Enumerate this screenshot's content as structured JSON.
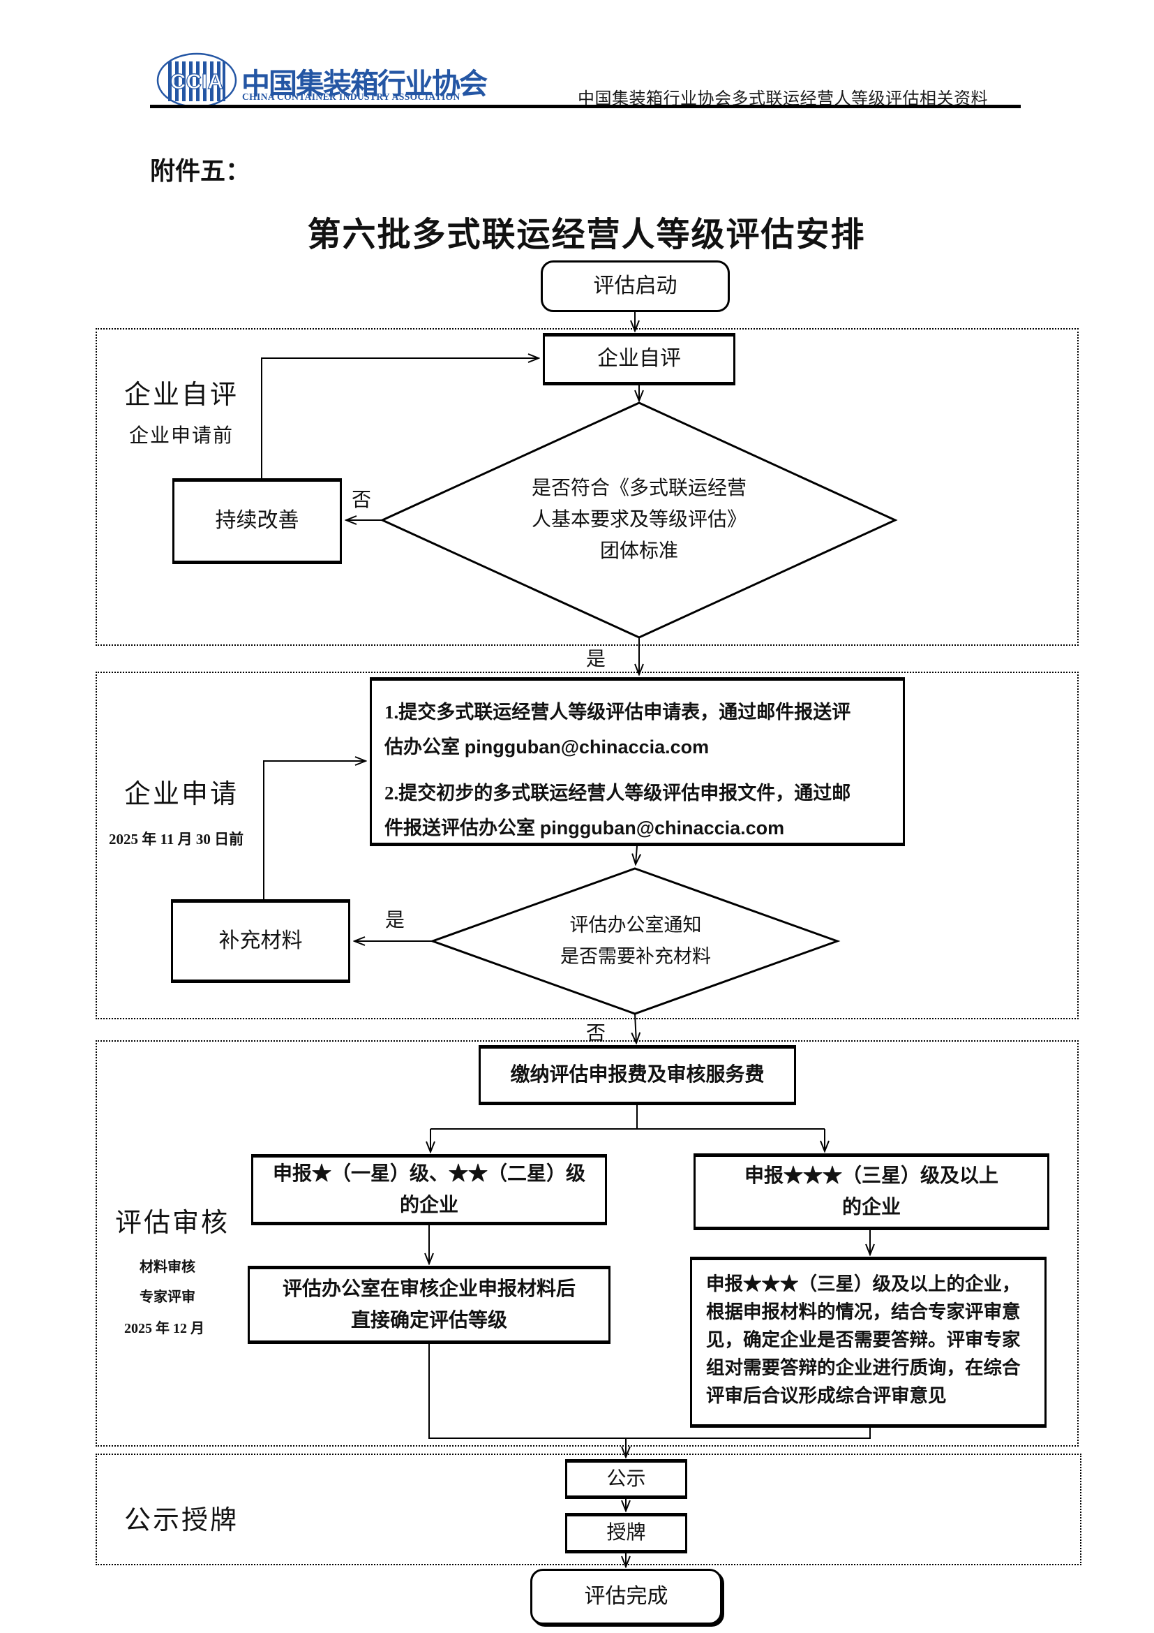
{
  "header": {
    "logo": {
      "acronym": "CCIA",
      "name_cn": "中国集装箱行业协会",
      "name_en": "CHINA CONTAINER INDUSTRY ASSOCIATION"
    },
    "doc_ref": "中国集装箱行业协会多式联运经营人等级评估相关资料"
  },
  "attachment": "附件五：",
  "title": "第六批多式联运经营人等级评估安排",
  "colors": {
    "logo_blue": "#2456a4",
    "line_black": "#000000"
  },
  "labels": {
    "yes": "是",
    "no": "否"
  },
  "sections": {
    "self_assess": {
      "label": "企业自评",
      "sublabel": "企业申请前"
    },
    "application": {
      "label": "企业申请",
      "sublabel": "2025 年 11 月 30 日前"
    },
    "review": {
      "label": "评估审核",
      "sub1": "材料审核",
      "sub2": "专家评审",
      "sub3": "2025 年 12 月"
    },
    "publicity": {
      "label": "公示授牌"
    }
  },
  "nodes": {
    "start": "评估启动",
    "self_eval": "企业自评",
    "improve": "持续改善",
    "decision_standard": "是否符合《多式联运经营\n人基本要求及等级评估》\n团体标准",
    "apply_item1": "1.提交多式联运经营人等级评估申请表，通过邮件报送评\n估办公室 ",
    "apply_item2": "2.提交初步的多式联运经营人等级评估申报文件，通过邮\n件报送评估办公室 ",
    "email": "pingguban@chinaccia.com",
    "supplement": "补充材料",
    "decision_supplement": "评估办公室通知\n是否需要补充材料",
    "pay": "缴纳评估申报费及审核服务费",
    "star12": "申报★（一星）级、★★（二星）级\n的企业",
    "star3": "申报★★★（三星）级及以上\n的企业",
    "direct_grade": "评估办公室在审核企业申报材料后\n直接确定评估等级",
    "expert_review": "申报★★★（三星）级及以上的企业，\n根据申报材料的情况，结合专家评审意\n见，确定企业是否需要答辩。评审专家\n组对需要答辩的企业进行质询，在综合\n评审后合议形成综合评审意见",
    "notice": "公示",
    "award": "授牌",
    "end": "评估完成"
  }
}
